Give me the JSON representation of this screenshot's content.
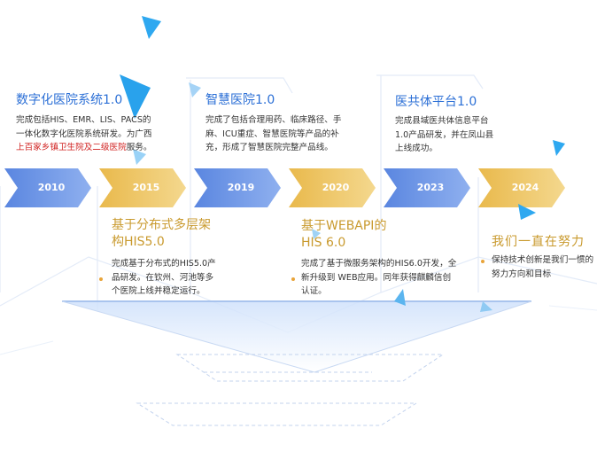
{
  "colors": {
    "blue_title": "#2b6fd6",
    "gold_title": "#c99a2e",
    "blue_arrow": "#6f9be6",
    "gold_arrow": "#ecc56a",
    "accent_sky": "#2ea8f0",
    "highlight_red": "#d0201f"
  },
  "milestones": [
    {
      "year": "2010",
      "title": "数字化医院系统1.0",
      "lines": [
        "完成包括HIS、EMR、LIS、PACS的",
        "一体化数字化医院系统研发。为广西"
      ],
      "highlight": "上百家乡镇卫生院及二级医院",
      "highlight_suffix": "服务。"
    },
    {
      "year": "2015",
      "title_lines": [
        "基于分布式多层架",
        "构HIS5.0"
      ],
      "lines": [
        "完成基于分布式的HIS5.0产",
        "品研发。在钦州、河池等多",
        "个医院上线并稳定运行。"
      ]
    },
    {
      "year": "2019",
      "title": "智慧医院1.0",
      "lines": [
        "完成了包括合理用药、临床路径、手",
        "麻、ICU重症、智慧医院等产品的补",
        "充，形成了智慧医院完整产品线。"
      ]
    },
    {
      "year": "2020",
      "title_lines": [
        "基于WEBAPI的",
        "HIS 6.0"
      ],
      "lines": [
        "完成了基于微服务架构的HIS6.0开发，全",
        "新升级到 WEB应用。同年获得麒麟信创",
        "认证。"
      ]
    },
    {
      "year": "2023",
      "title": "医共体平台1.0",
      "lines": [
        "完成县域医共体信息平台",
        "1.0产品研发，并在凤山县",
        "上线成功。"
      ]
    },
    {
      "year": "2024",
      "title": "我们一直在努力",
      "lines": [
        "保持技术创新是我们一惯的",
        "努力方向和目标"
      ]
    }
  ]
}
